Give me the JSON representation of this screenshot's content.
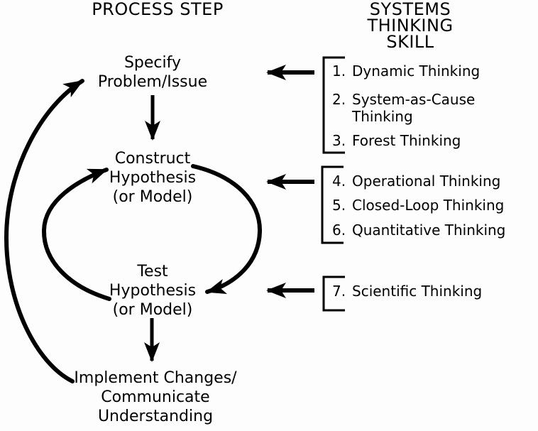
{
  "colors": {
    "ink": "#000000",
    "background": "#fdfdfd"
  },
  "headers": {
    "process": "PROCESS STEP",
    "skills": "SYSTEMS THINKING\nSKILL"
  },
  "process_steps": {
    "specify": "Specify\nProblem/Issue",
    "construct": "Construct\nHypothesis\n(or Model)",
    "test": "Test\nHypothesis\n(or Model)",
    "implement": "Implement Changes/\nCommunicate Understanding"
  },
  "skill_groups": [
    {
      "items": [
        {
          "num": "1.",
          "label": "Dynamic Thinking"
        },
        {
          "num": "2.",
          "label": "System-as-Cause\nThinking"
        },
        {
          "num": "3.",
          "label": "Forest Thinking"
        }
      ]
    },
    {
      "items": [
        {
          "num": "4.",
          "label": "Operational Thinking"
        },
        {
          "num": "5.",
          "label": "Closed-Loop Thinking"
        },
        {
          "num": "6.",
          "label": "Quantitative Thinking"
        }
      ]
    },
    {
      "items": [
        {
          "num": "7.",
          "label": "Scientific Thinking"
        }
      ]
    }
  ]
}
